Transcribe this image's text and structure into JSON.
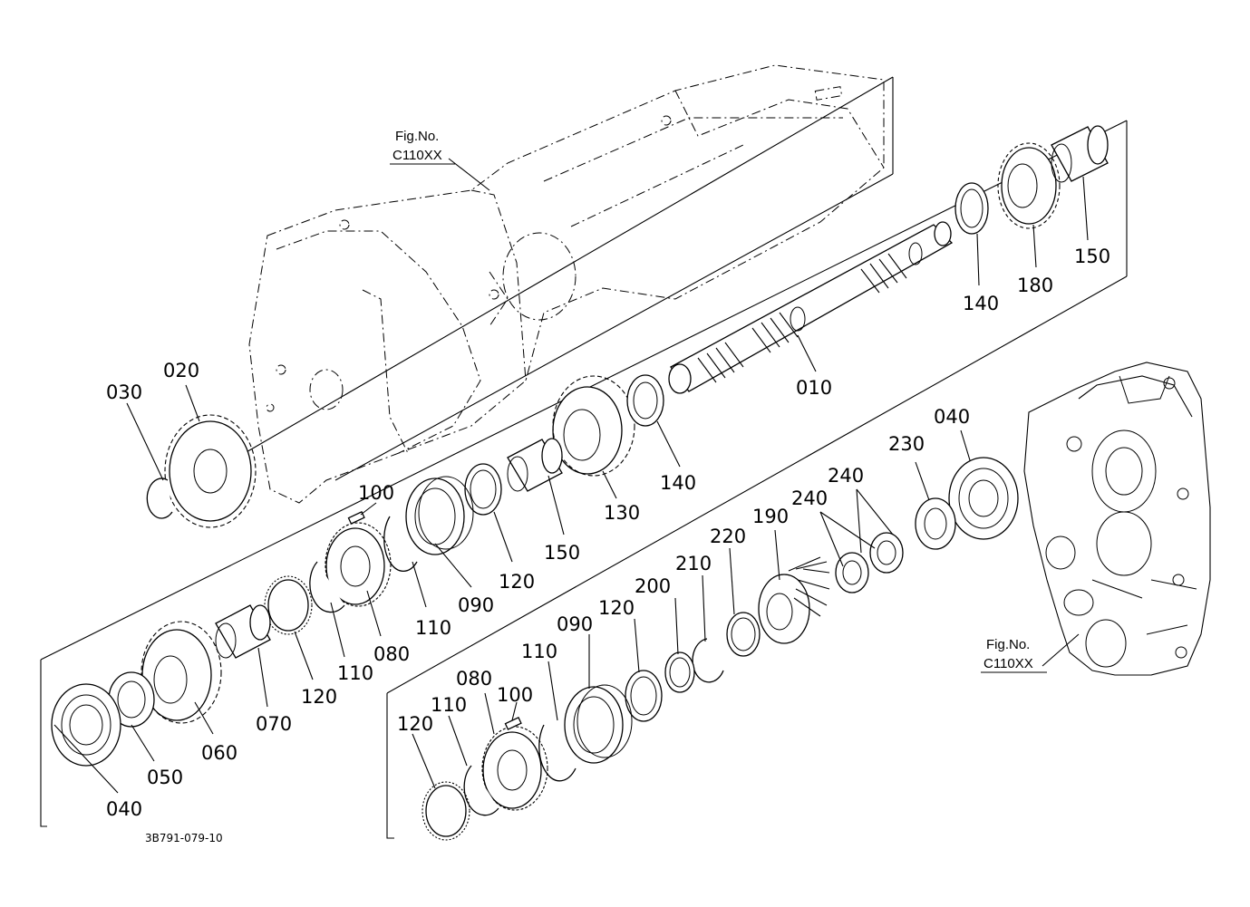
{
  "labels": {
    "p010": "010",
    "p020": "020",
    "p030": "030",
    "p040a": "040",
    "p040b": "040",
    "p050": "050",
    "p060": "060",
    "p070": "070",
    "p080a": "080",
    "p080b": "080",
    "p090a": "090",
    "p090b": "090",
    "p100a": "100",
    "p100b": "100",
    "p110a": "110",
    "p110b": "110",
    "p110c": "110",
    "p110d": "110",
    "p120a": "120",
    "p120b": "120",
    "p120c": "120",
    "p120d": "120",
    "p130": "130",
    "p140a": "140",
    "p140b": "140",
    "p150a": "150",
    "p150b": "150",
    "p180": "180",
    "p190": "190",
    "p200": "200",
    "p210": "210",
    "p220": "220",
    "p230": "230",
    "p240a": "240",
    "p240b": "240"
  },
  "figref": {
    "top_line1": "Fig.No.",
    "top_line2": "C110XX",
    "right_line1": "Fig.No.",
    "right_line2": "C110XX"
  },
  "drawing_code": "3B791-079-10"
}
